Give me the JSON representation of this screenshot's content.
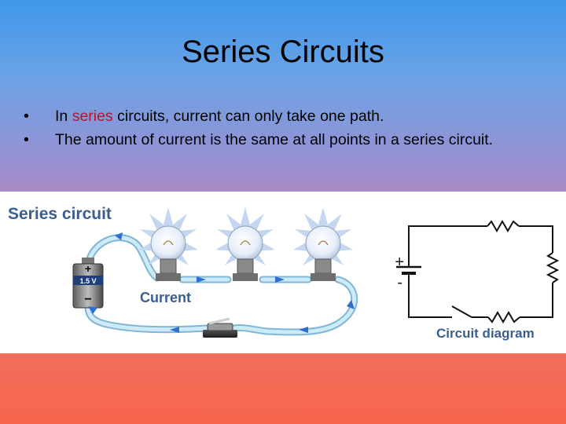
{
  "slide": {
    "title": "Series Circuits",
    "bullets": [
      {
        "marker": "•",
        "pre": "In ",
        "highlight": "series",
        "post": " circuits, current can only take one path."
      },
      {
        "marker": "•",
        "text": "The amount of current is the same at all points in a series circuit."
      }
    ],
    "highlight_color": "#b2172a"
  },
  "figure": {
    "heading": "Series circuit",
    "battery_plus": "+",
    "battery_voltage": "1.5 V",
    "battery_minus": "−",
    "current_label": "Current",
    "schematic_plus": "+",
    "schematic_minus": "-",
    "schematic_caption": "Circuit diagram",
    "colors": {
      "wire": "#a8d8f0",
      "wire_outline": "#7fb6d6",
      "glow": "#b9cfee",
      "arrow": "#2f6fd1",
      "text": "#3a5f8f"
    }
  }
}
